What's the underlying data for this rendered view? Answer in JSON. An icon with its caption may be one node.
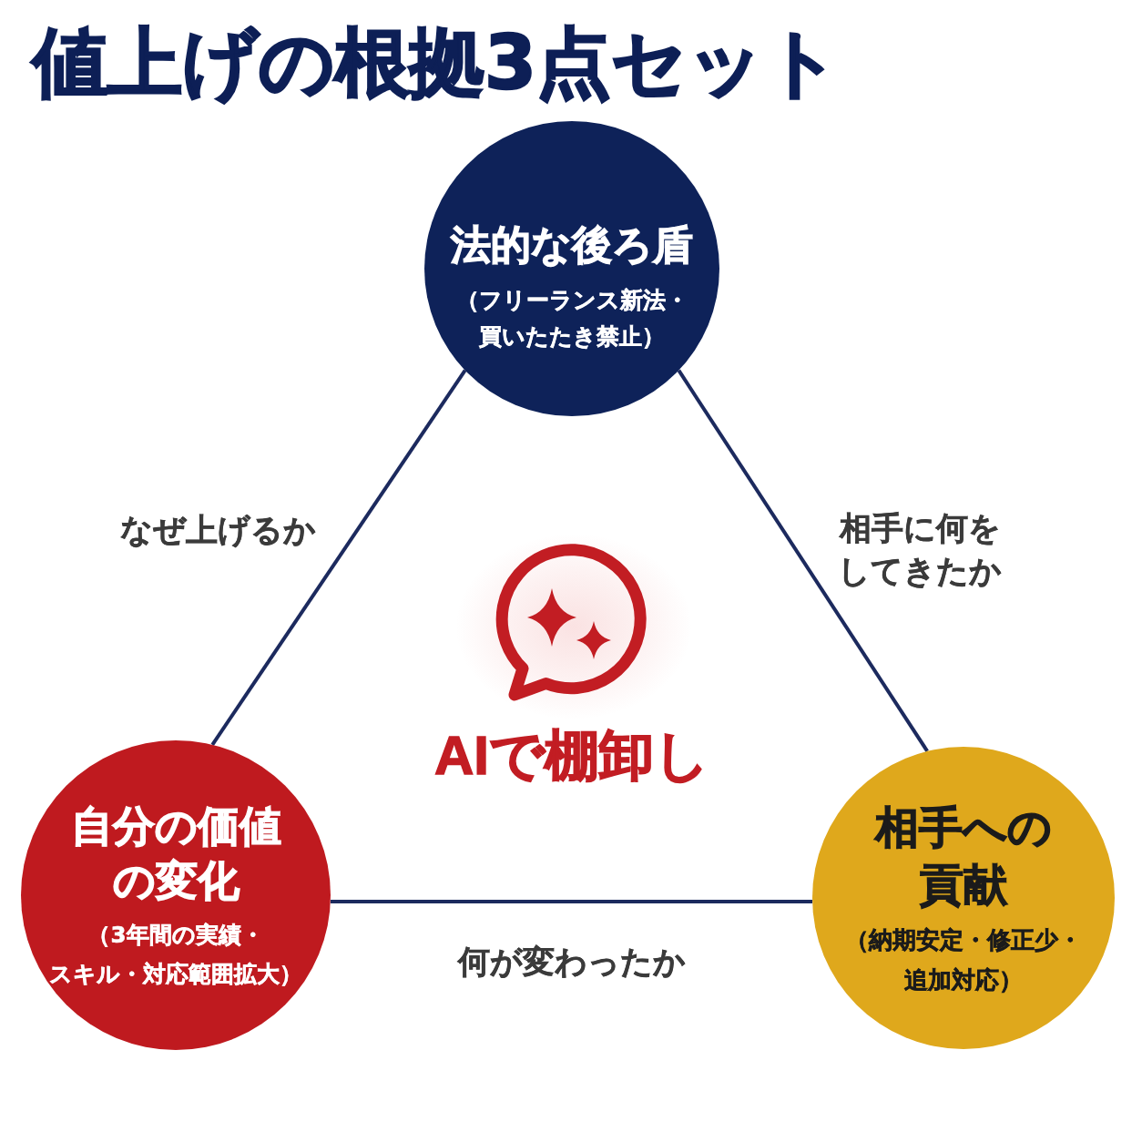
{
  "diagram": {
    "title": "値上げの根拠3点セット",
    "nodes": [
      {
        "text": [
          "法的な後ろ盾",
          "（フリーランス新法・買いたたき禁止）"
        ]
      },
      {
        "text": [
          "自分の価値の変化",
          "（3年間の実績・スキル・対応範囲拡大）"
        ]
      },
      {
        "text": [
          "相手への貢献",
          "（納期安定・修正少・追加対応）"
        ]
      }
    ],
    "edges": [
      {
        "from": 0,
        "to": 1,
        "arrow": "none",
        "label": "なぜ上げるか"
      },
      {
        "from": 0,
        "to": 2,
        "arrow": "none",
        "label": "相手に何をしてきたか"
      },
      {
        "from": 1,
        "to": 2,
        "arrow": "none",
        "label": "何が変わったか"
      }
    ],
    "labels": [
      "AIで棚卸し"
    ]
  }
}
